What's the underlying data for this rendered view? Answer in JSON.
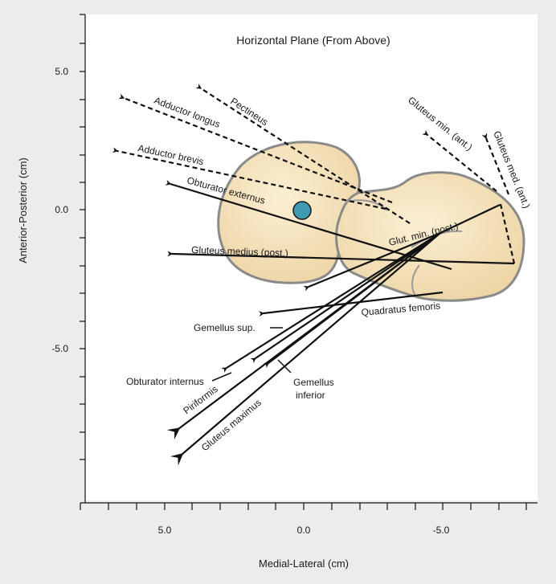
{
  "title": "Horizontal Plane (From Above)",
  "axes": {
    "y_label": "Anterior-Posterior (cm)",
    "x_label": "Medial-Lateral (cm)",
    "y_ticks": [
      "5.0",
      "0.0",
      "-5.0"
    ],
    "x_ticks": [
      "5.0",
      "0.0",
      "-5.0"
    ]
  },
  "muscles": {
    "pectineus": "Pectineus",
    "adductor_longus": "Adductor longus",
    "adductor_brevis": "Adductor brevis",
    "obturator_externus": "Obturator externus",
    "gluteus_min_ant": "Gluteus min. (ant.)",
    "gluteus_med_ant": "Gluteus med. (ant.)",
    "glut_min_post": "Glut. min. (post.)",
    "gluteus_medius_post": "Gluteus medius (post.)",
    "quadratus_femoris": "Quadratus femoris",
    "gemellus_sup": "Gemellus sup.",
    "obturator_internus": "Obturator internus",
    "piriformis": "Piriformis",
    "gemellus_inferior_1": "Gemellus",
    "gemellus_inferior_2": "inferior",
    "gluteus_maximus": "Gluteus maximus"
  },
  "colors": {
    "page_background": "#ececec",
    "plot_background": "#ffffff",
    "bone_fill": "#f3ddb1",
    "bone_outline": "#8a8a8a",
    "center_marker": "#3e9bb2",
    "line": "#111111"
  }
}
